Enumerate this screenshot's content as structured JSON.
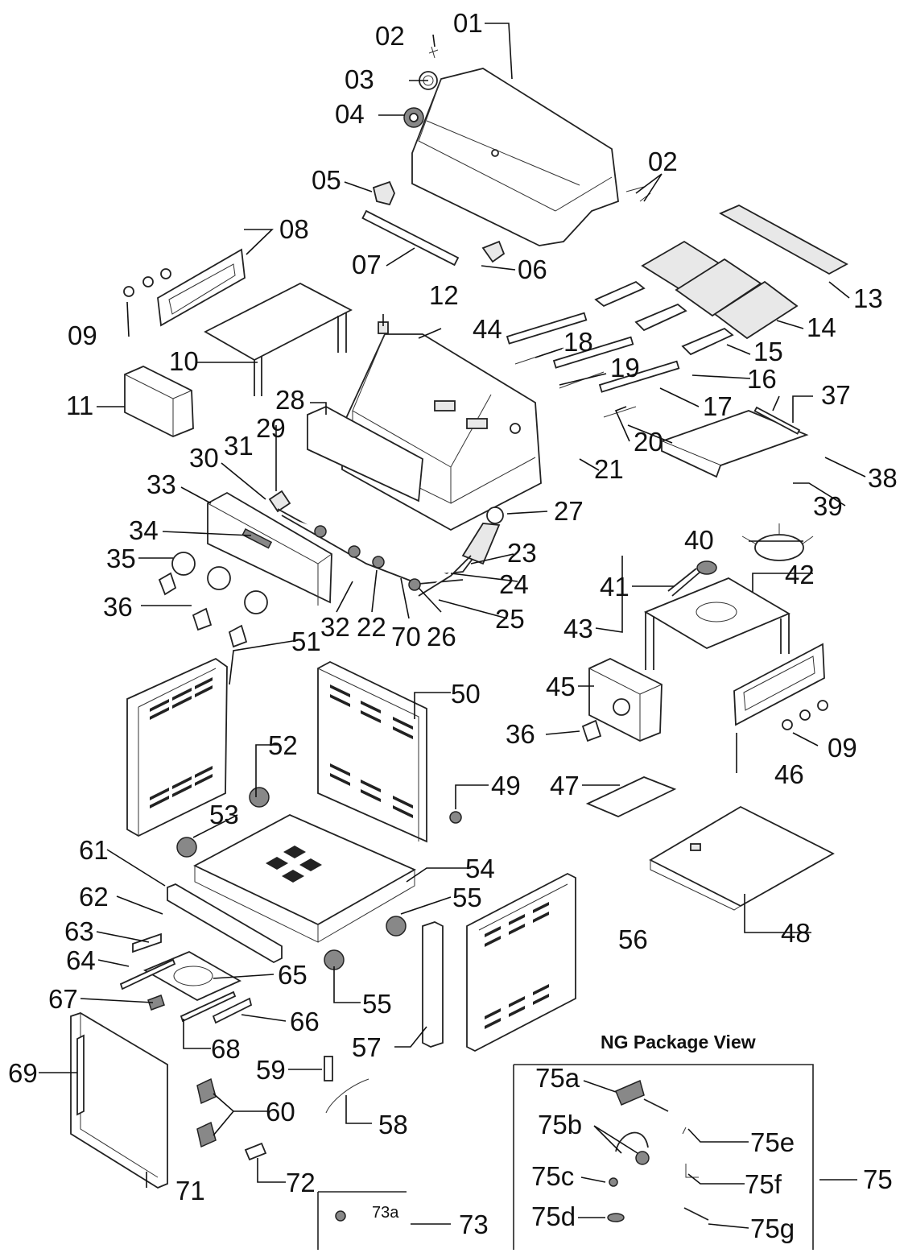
{
  "package_title": "NG Package View",
  "labels": {
    "p01": "01",
    "p02a": "02",
    "p02b": "02",
    "p03": "03",
    "p04": "04",
    "p05": "05",
    "p06": "06",
    "p07": "07",
    "p08": "08",
    "p09a": "09",
    "p09b": "09",
    "p10": "10",
    "p11": "11",
    "p12": "12",
    "p13": "13",
    "p14": "14",
    "p15": "15",
    "p16": "16",
    "p17": "17",
    "p18": "18",
    "p19": "19",
    "p20": "20",
    "p21": "21",
    "p22": "22",
    "p23": "23",
    "p24": "24",
    "p25": "25",
    "p26": "26",
    "p27": "27",
    "p28": "28",
    "p29": "29",
    "p30": "30",
    "p31": "31",
    "p32": "32",
    "p33": "33",
    "p34": "34",
    "p35": "35",
    "p36a": "36",
    "p36b": "36",
    "p37": "37",
    "p38": "38",
    "p39": "39",
    "p40": "40",
    "p41": "41",
    "p42": "42",
    "p43": "43",
    "p44": "44",
    "p45": "45",
    "p46": "46",
    "p47": "47",
    "p48": "48",
    "p49": "49",
    "p50": "50",
    "p51": "51",
    "p52": "52",
    "p53": "53",
    "p54": "54",
    "p55a": "55",
    "p55b": "55",
    "p56": "56",
    "p57": "57",
    "p58": "58",
    "p59": "59",
    "p60": "60",
    "p61": "61",
    "p62": "62",
    "p63": "63",
    "p64": "64",
    "p65": "65",
    "p66": "66",
    "p67": "67",
    "p68": "68",
    "p69": "69",
    "p70": "70",
    "p71": "71",
    "p72": "72",
    "p73": "73",
    "p73a": "73a",
    "p75": "75",
    "p75a": "75a",
    "p75b": "75b",
    "p75c": "75c",
    "p75d": "75d",
    "p75e": "75e",
    "p75f": "75f",
    "p75g": "75g"
  }
}
